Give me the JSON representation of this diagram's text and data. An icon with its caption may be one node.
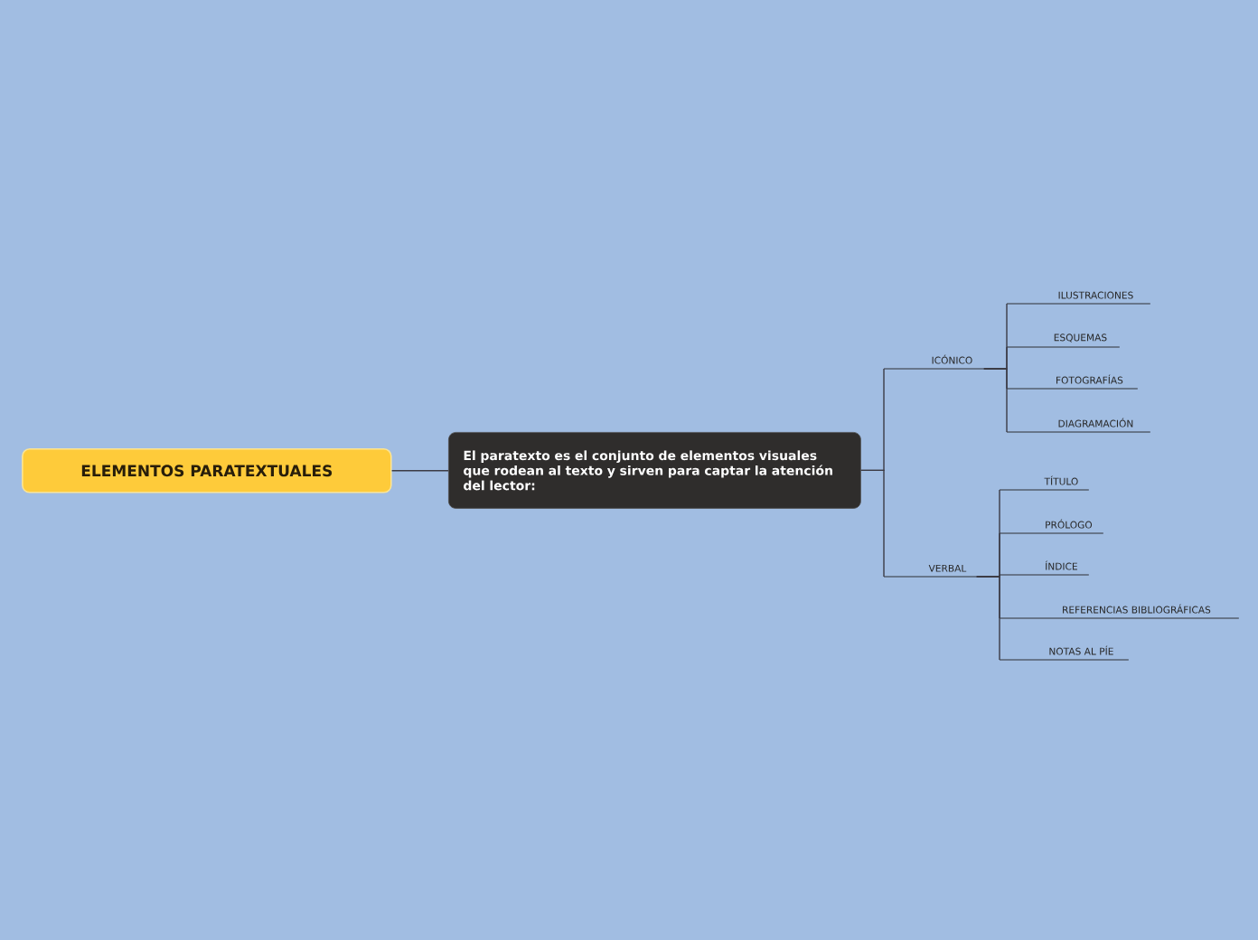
{
  "diagram": {
    "nodes": [
      {
        "text": [
          "ELEMENTOS PARATEXTUALES"
        ]
      },
      {
        "text": [
          "El paratexto es el conjunto de elementos visuales que rodean al texto y sirven para captar la atención del lector:"
        ]
      },
      {
        "text": [
          "ICÓNICO"
        ]
      },
      {
        "text": [
          "VERBAL"
        ]
      },
      {
        "text": [
          "ILUSTRACIONES"
        ]
      },
      {
        "text": [
          "ESQUEMAS"
        ]
      },
      {
        "text": [
          "FOTOGRAFÍAS"
        ]
      },
      {
        "text": [
          "DIAGRAMACIÓN"
        ]
      },
      {
        "text": [
          "TÍTULO"
        ]
      },
      {
        "text": [
          "PRÓLOGO"
        ]
      },
      {
        "text": [
          "ÍNDICE"
        ]
      },
      {
        "text": [
          "REFERENCIAS BIBLIOGRÁFICAS"
        ]
      },
      {
        "text": [
          "NOTAS AL PÍE"
        ]
      }
    ],
    "edges": [
      {
        "from": 0,
        "to": 1,
        "arrow": "none"
      },
      {
        "from": 1,
        "to": 2,
        "arrow": "none"
      },
      {
        "from": 1,
        "to": 3,
        "arrow": "none"
      },
      {
        "from": 2,
        "to": 4,
        "arrow": "none"
      },
      {
        "from": 2,
        "to": 5,
        "arrow": "none"
      },
      {
        "from": 2,
        "to": 6,
        "arrow": "none"
      },
      {
        "from": 2,
        "to": 7,
        "arrow": "none"
      },
      {
        "from": 3,
        "to": 8,
        "arrow": "none"
      },
      {
        "from": 3,
        "to": 9,
        "arrow": "none"
      },
      {
        "from": 3,
        "to": 10,
        "arrow": "none"
      },
      {
        "from": 3,
        "to": 11,
        "arrow": "none"
      },
      {
        "from": 3,
        "to": 12,
        "arrow": "none"
      }
    ]
  }
}
